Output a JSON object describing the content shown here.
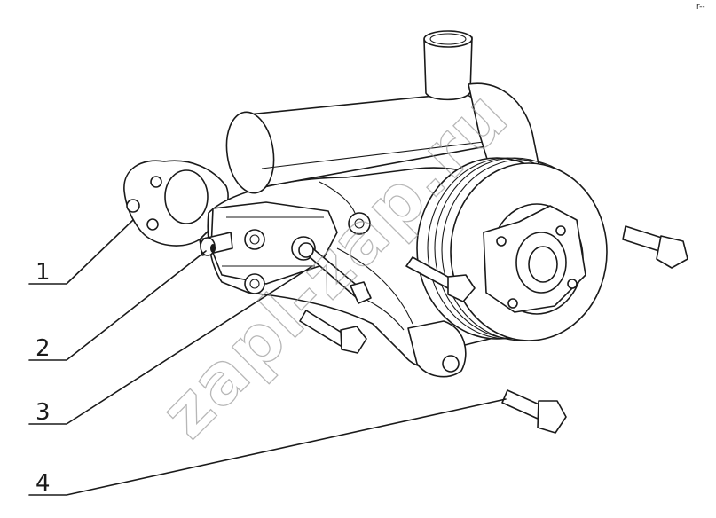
{
  "watermark": "zapl-zap.ru",
  "corner_mark": "r--",
  "callouts": [
    {
      "number": "1",
      "part": "pump gasket"
    },
    {
      "number": "2",
      "part": "dowel pin"
    },
    {
      "number": "3",
      "part": "stud"
    },
    {
      "number": "4",
      "part": "bolt"
    }
  ]
}
